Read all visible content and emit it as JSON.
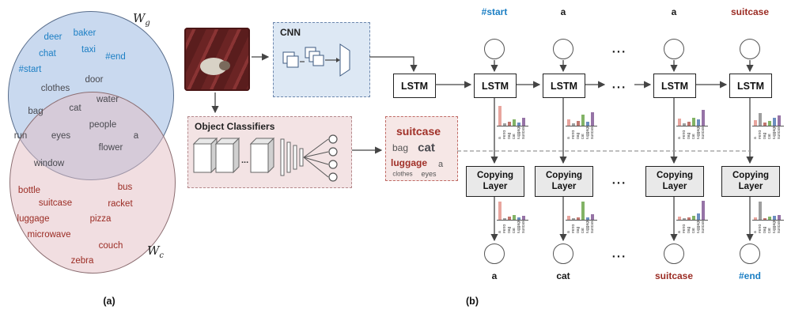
{
  "palette": {
    "generic_word_blue": "#1c7fc4",
    "copy_word_red": "#9b2c24",
    "shared_word_gray": "#4a4a50",
    "arrow_gray": "#444444",
    "cnn_box_fill": "#dde8f4",
    "classifier_box_fill": "#f3e3e4"
  },
  "venn": {
    "set_g": {
      "main": "W",
      "sub": "g"
    },
    "set_c": {
      "main": "W",
      "sub": "c"
    },
    "caption": "(a)",
    "generic_words": [
      "deer",
      "baker",
      "chat",
      "taxi",
      "#end",
      "#start"
    ],
    "shared_words": [
      "clothes",
      "door",
      "water",
      "cat",
      "bag",
      "people",
      "run",
      "eyes",
      "a",
      "flower",
      "window"
    ],
    "copy_words": [
      "bottle",
      "bus",
      "suitcase",
      "racket",
      "luggage",
      "pizza",
      "microwave",
      "couch",
      "zebra"
    ]
  },
  "pipeline": {
    "caption": "(b)",
    "cnn_label": "CNN",
    "classifiers_label": "Object Classifiers",
    "lstm_label": "LSTM",
    "copying_line1": "Copying",
    "copying_line2": "Layer",
    "dots": "...",
    "word_box": {
      "words": [
        "suitcase",
        "bag",
        "cat",
        "luggage",
        "a",
        "clothes",
        "eyes"
      ]
    },
    "chart_labels": [
      "a",
      "#end",
      "bag",
      "cat",
      "luggage",
      "suitcase"
    ],
    "chart_colors": [
      "#e8a59e",
      "#9e9e9e",
      "#c0776f",
      "#82b366",
      "#6c8ebf",
      "#9673a6"
    ],
    "columns": [
      {
        "input": "#start",
        "input_color": "#1c7fc4",
        "output": "a",
        "output_color": "#1a1a1a",
        "chart_top": [
          0.95,
          0.1,
          0.18,
          0.32,
          0.14,
          0.4
        ],
        "chart_bottom": [
          0.9,
          0.08,
          0.14,
          0.22,
          0.1,
          0.18
        ]
      },
      {
        "input": "a",
        "input_color": "#1a1a1a",
        "output": "cat",
        "output_color": "#1a1a1a",
        "chart_top": [
          0.3,
          0.1,
          0.22,
          0.55,
          0.18,
          0.65
        ],
        "chart_bottom": [
          0.18,
          0.08,
          0.12,
          0.88,
          0.1,
          0.28
        ]
      },
      {
        "input": "a",
        "input_color": "#1a1a1a",
        "output": "suitcase",
        "output_color": "#9b2c24",
        "chart_top": [
          0.35,
          0.12,
          0.2,
          0.4,
          0.3,
          0.75
        ],
        "chart_bottom": [
          0.14,
          0.08,
          0.12,
          0.2,
          0.32,
          0.92
        ]
      },
      {
        "input": "suitcase",
        "input_color": "#9b2c24",
        "output": "#end",
        "output_color": "#1c7fc4",
        "chart_top": [
          0.28,
          0.6,
          0.14,
          0.22,
          0.38,
          0.5
        ],
        "chart_bottom": [
          0.1,
          0.9,
          0.08,
          0.14,
          0.18,
          0.24
        ]
      }
    ]
  }
}
